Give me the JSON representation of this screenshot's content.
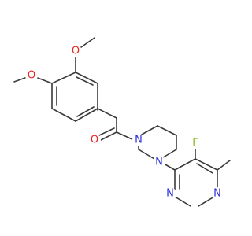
{
  "molecule": {
    "atoms": {
      "o_methoxy_top": "O",
      "o_methoxy_left": "O",
      "o_carbonyl": "O",
      "n_piperazine_left": "N",
      "n_piperazine_right": "N",
      "f_pyrimidine": "F",
      "n_pyrimidine_bottom_left": "N",
      "n_pyrimidine_bottom_right": "N"
    }
  },
  "colors": {
    "bond": "#3a3a3a",
    "oxygen": "#e8231d",
    "nitrogen": "#2a2fd6",
    "fluorine": "#8fb523"
  }
}
